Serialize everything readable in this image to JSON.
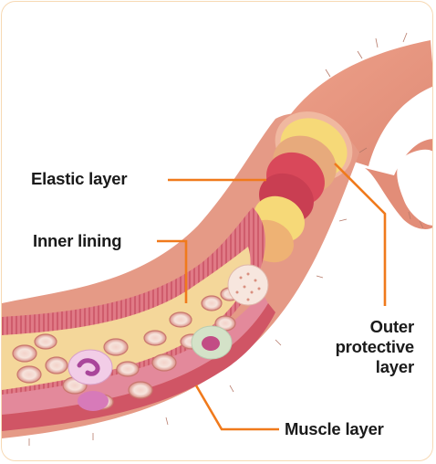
{
  "labels": {
    "elastic_layer": "Elastic layer",
    "inner_lining": "Inner lining",
    "outer_protective_layer": [
      "Outer",
      "protective",
      "layer"
    ],
    "muscle_layer": "Muscle layer"
  },
  "colors": {
    "leader_line": "#f07a1c",
    "frame_border": "#f7d9b4",
    "outer_layer": "#e9927e",
    "yellow_layer": "#f6d978",
    "elastic_layer": "#d9485a",
    "muscle_layer": "#e3899b",
    "blood": "#f4d79a"
  }
}
